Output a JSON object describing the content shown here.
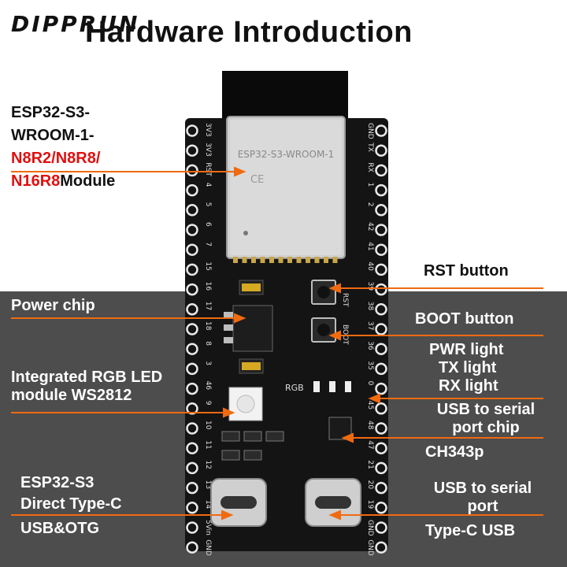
{
  "brand": "DIPPRUN",
  "title": "Hardware Introduction",
  "board": {
    "module_silkscreen": "ESP32-S3-WROOM-1",
    "rgb_silkscreen": "RGB",
    "left_pins": [
      "3V3",
      "3V3",
      "RST",
      "4",
      "5",
      "6",
      "7",
      "15",
      "16",
      "17",
      "18",
      "8",
      "3",
      "46",
      "9",
      "10",
      "11",
      "12",
      "13",
      "14",
      "5Vin",
      "GND"
    ],
    "right_pins": [
      "GND",
      "TX",
      "RX",
      "1",
      "2",
      "42",
      "41",
      "40",
      "39",
      "38",
      "37",
      "36",
      "35",
      "0",
      "45",
      "48",
      "47",
      "21",
      "20",
      "19",
      "GND",
      "GND"
    ],
    "button_rst": "RST",
    "button_boot": "BOOT"
  },
  "labels": {
    "module_line1": "ESP32-S3-",
    "module_line2": "WROOM-1-",
    "module_line3": "N8R2/N8R8/",
    "module_line4a": "N16R8",
    "module_line4b": "Module",
    "rst_button": "RST button",
    "power_chip": "Power chip",
    "boot_button": "BOOT button",
    "lights_1": "PWR light",
    "lights_2": "TX light",
    "lights_3": "RX light",
    "rgb_1": "Integrated RGB LED",
    "rgb_2": "module WS2812",
    "usb_chip_1": "USB to serial",
    "usb_chip_2": "port chip",
    "ch343": "CH343p",
    "direct_1": "ESP32-S3",
    "direct_2": "Direct Type-C",
    "direct_3": "USB&OTG",
    "serial_1": "USB to serial",
    "serial_2": "port",
    "typec": "Type-C USB"
  },
  "colors": {
    "arrow": "#f06a10",
    "label_red": "#e01010",
    "pcb": "#111111",
    "pin_pad": "#e8e8e8",
    "bottom_bg": "#4d4d4d"
  }
}
